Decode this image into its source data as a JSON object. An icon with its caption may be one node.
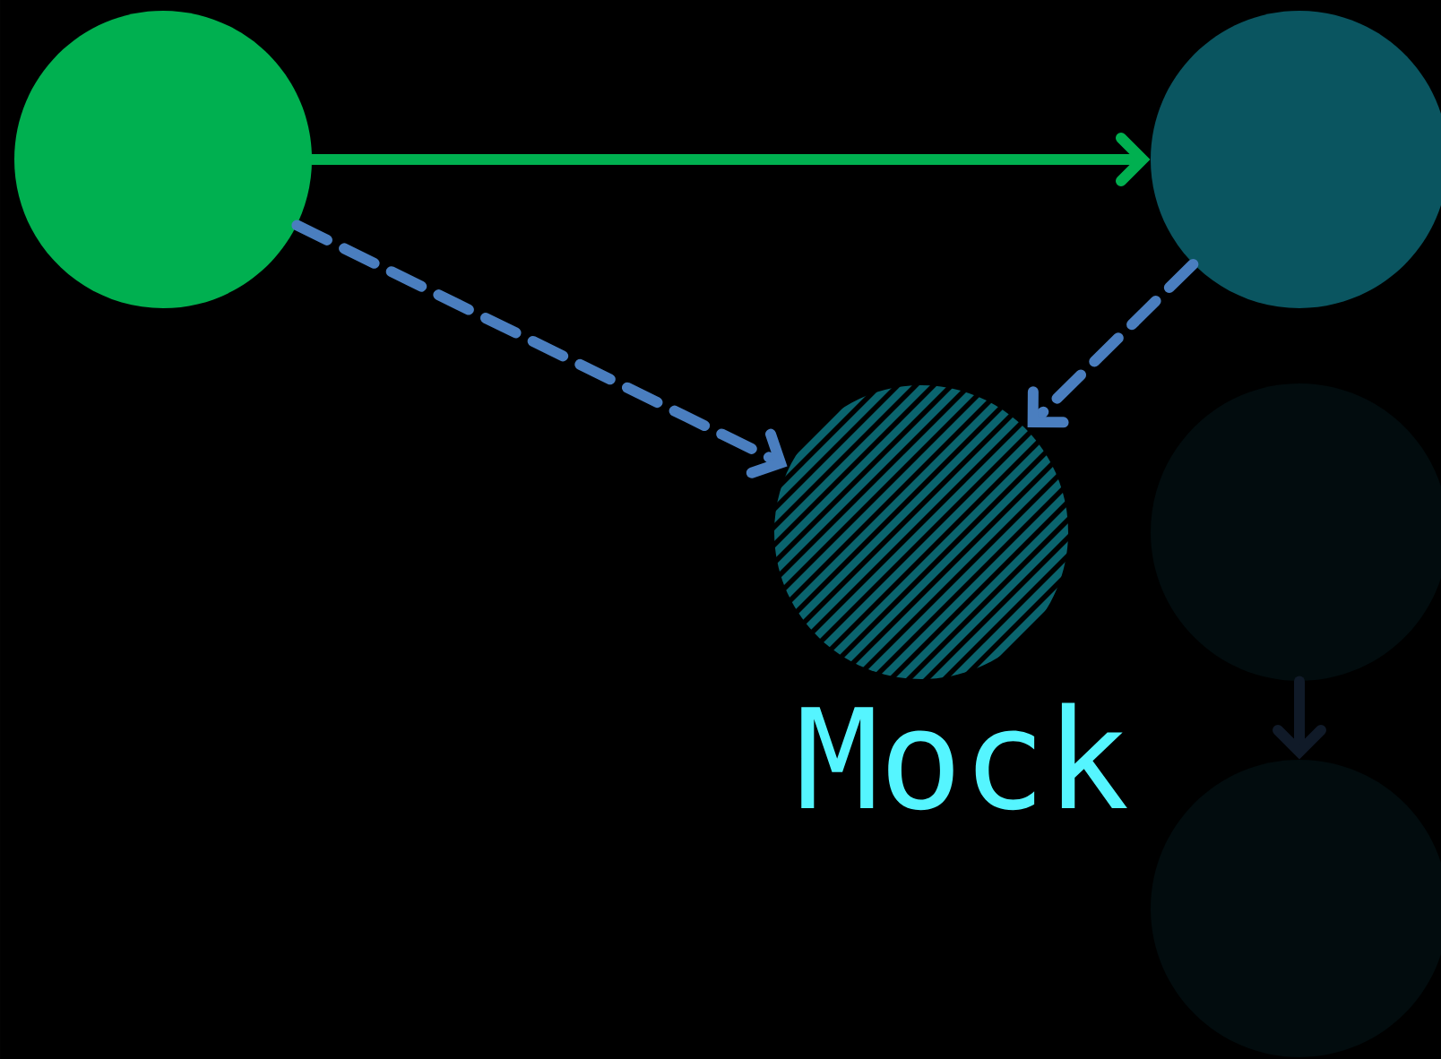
{
  "diagram": {
    "nodes": [
      {
        "text": [],
        "shape": "circle"
      },
      {
        "text": [],
        "shape": "circle"
      },
      {
        "text": [],
        "shape": "circle",
        "beside": [
          "Mock"
        ]
      },
      {
        "text": [],
        "shape": "circle"
      },
      {
        "text": [],
        "shape": "circle"
      }
    ],
    "edges": [
      {
        "from": 0,
        "to": 1,
        "arrow": "to",
        "color": "#00b050"
      },
      {
        "from": 0,
        "to": 2,
        "arrow": "to",
        "style": "dashed"
      },
      {
        "from": 1,
        "to": 2,
        "arrow": "to",
        "style": "dashed"
      },
      {
        "from": 3,
        "to": 4,
        "arrow": "to",
        "color": "#101a28"
      }
    ]
  }
}
